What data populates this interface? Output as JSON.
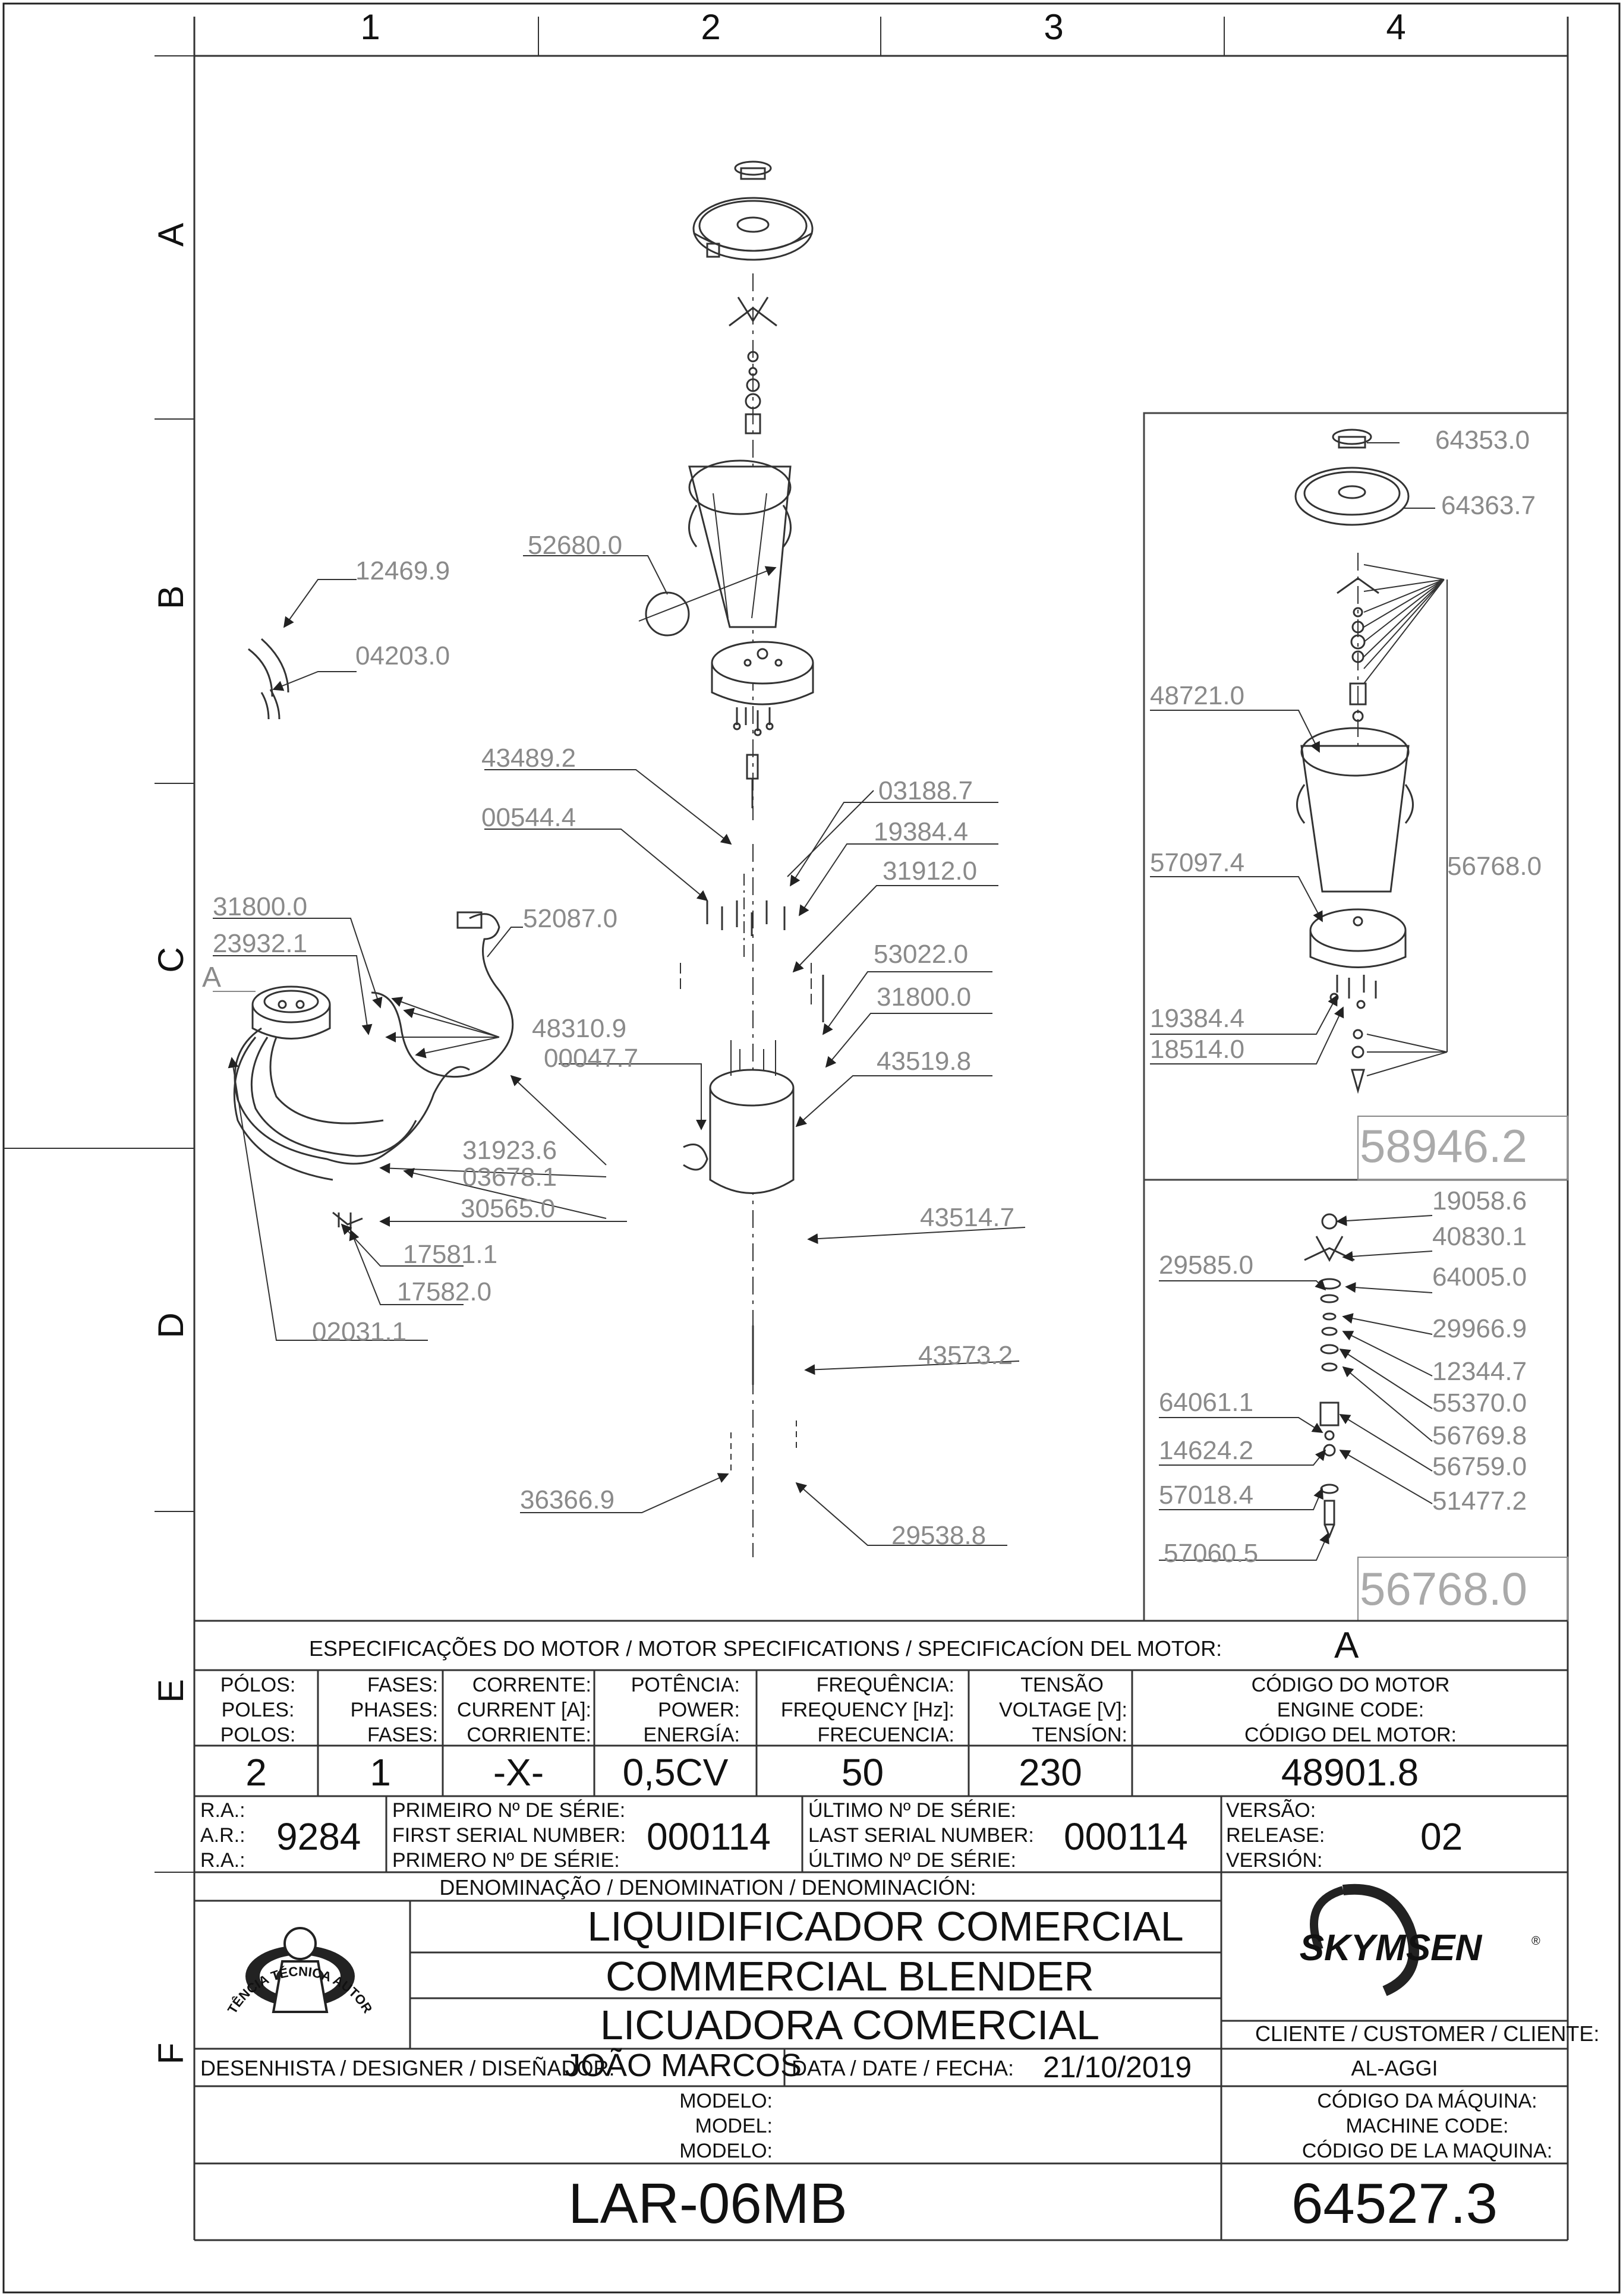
{
  "grid": {
    "columns": [
      "1",
      "2",
      "3",
      "4"
    ],
    "rows": [
      "A",
      "B",
      "C",
      "D",
      "E",
      "F"
    ]
  },
  "callouts": {
    "main": [
      "12469.9",
      "04203.0",
      "52680.0",
      "43489.2",
      "00544.4",
      "03188.7",
      "19384.4",
      "31912.0",
      "31800.0",
      "23932.1",
      "52087.0",
      "48310.9",
      "00047.7",
      "53022.0",
      "31800.0",
      "43519.8",
      "31923.6",
      "03678.1",
      "30565.0",
      "43514.7",
      "17581.1",
      "17582.0",
      "02031.1",
      "43573.2",
      "36366.9",
      "29538.8"
    ],
    "sub_a_label": "A",
    "assembly_1": [
      "64353.0",
      "64363.7",
      "48721.0",
      "57097.4",
      "56768.0",
      "19384.4",
      "18514.0"
    ],
    "assembly_1_code": "58946.2",
    "assembly_2": [
      "19058.6",
      "40830.1",
      "29585.0",
      "64005.0",
      "29966.9",
      "12344.7",
      "55370.0",
      "64061.1",
      "56769.8",
      "14624.2",
      "56759.0",
      "57018.4",
      "51477.2",
      "57060.5"
    ],
    "assembly_2_code": "56768.0"
  },
  "motor": {
    "title": "ESPECIFICAÇÕES DO MOTOR / MOTOR SPECIFICATIONS / SPECIFICACÍON DEL MOTOR:",
    "variant": "A",
    "headers": [
      {
        "l1": "PÓLOS:",
        "l2": "POLES:",
        "l3": "POLOS:"
      },
      {
        "l1": "FASES:",
        "l2": "PHASES:",
        "l3": "FASES:"
      },
      {
        "l1": "CORRENTE:",
        "l2": "CURRENT [A]:",
        "l3": "CORRIENTE:"
      },
      {
        "l1": "POTÊNCIA:",
        "l2": "POWER:",
        "l3": "ENERGÍA:"
      },
      {
        "l1": "FREQUÊNCIA:",
        "l2": "FREQUENCY [Hz]:",
        "l3": "FRECUENCIA:"
      },
      {
        "l1": "TENSÃO",
        "l2": "VOLTAGE [V]:",
        "l3": "TENSÍON:"
      },
      {
        "l1": "CÓDIGO DO MOTOR",
        "l2": "ENGINE CODE:",
        "l3": "CÓDIGO DEL MOTOR:"
      }
    ],
    "values": [
      "2",
      "1",
      "-X-",
      "0,5CV",
      "50",
      "230",
      "48901.8"
    ]
  },
  "serial": {
    "ra_labels": [
      "R.A.:",
      "A.R.:",
      "R.A.:"
    ],
    "ra_value": "9284",
    "first_labels": [
      "PRIMEIRO Nº DE SÉRIE:",
      "FIRST SERIAL NUMBER:",
      "PRIMERO Nº DE SÉRIE:"
    ],
    "first_value": "000114",
    "last_labels": [
      "ÚLTIMO Nº DE SÉRIE:",
      "LAST SERIAL NUMBER:",
      "ÚLTIMO Nº DE SÉRIE:"
    ],
    "last_value": "000114",
    "version_labels": [
      "VERSÃO:",
      "RELEASE:",
      "VERSIÓN:"
    ],
    "version_value": "02"
  },
  "title_block": {
    "denomination_label": "DENOMINAÇÃO / DENOMINATION / DENOMINACIÓN:",
    "names": [
      "LIQUIDIFICADOR COMERCIAL",
      "COMMERCIAL BLENDER",
      "LICUADORA COMERCIAL"
    ],
    "stamp_text": "ASSISTÊNCIA TÉCNICA AUTORIZADA",
    "brand": "SKYMSEN",
    "client_label": "CLIENTE / CUSTOMER / CLIENTE:",
    "client_value": "AL-AGGI",
    "designer_label": "DESENHISTA / DESIGNER / DISEÑADOR:",
    "designer_value": "JOÃO MARCOS",
    "date_label": "DATA / DATE / FECHA:",
    "date_value": "21/10/2019",
    "model_labels": [
      "MODELO:",
      "MODEL:",
      "MODELO:"
    ],
    "model_value": "LAR-06MB",
    "machine_code_labels": [
      "CÓDIGO DA MÁQUINA:",
      "MACHINE CODE:",
      "CÓDIGO DE LA MAQUINA:"
    ],
    "machine_code_value": "64527.3"
  }
}
